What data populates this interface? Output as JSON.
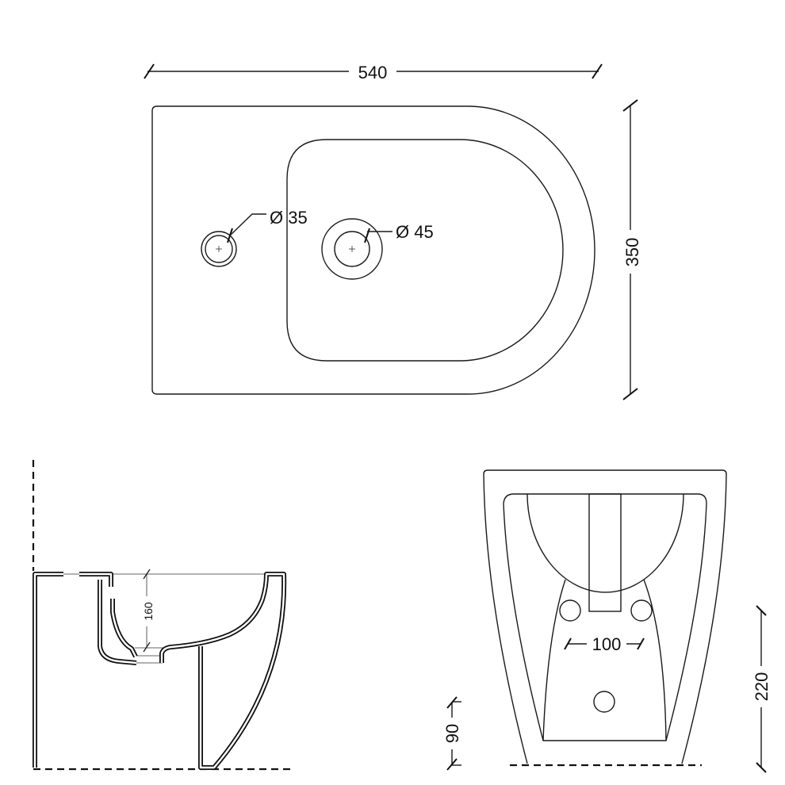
{
  "top_view": {
    "width_label": "540",
    "depth_label": "350",
    "tap_hole_label": "Ø 35",
    "drain_hole_label": "Ø 45"
  },
  "side_view": {
    "bowl_depth_label": "160"
  },
  "front_view": {
    "fixing_spacing_label": "100",
    "waste_height_label": "220",
    "inlet_height_label": "90"
  }
}
